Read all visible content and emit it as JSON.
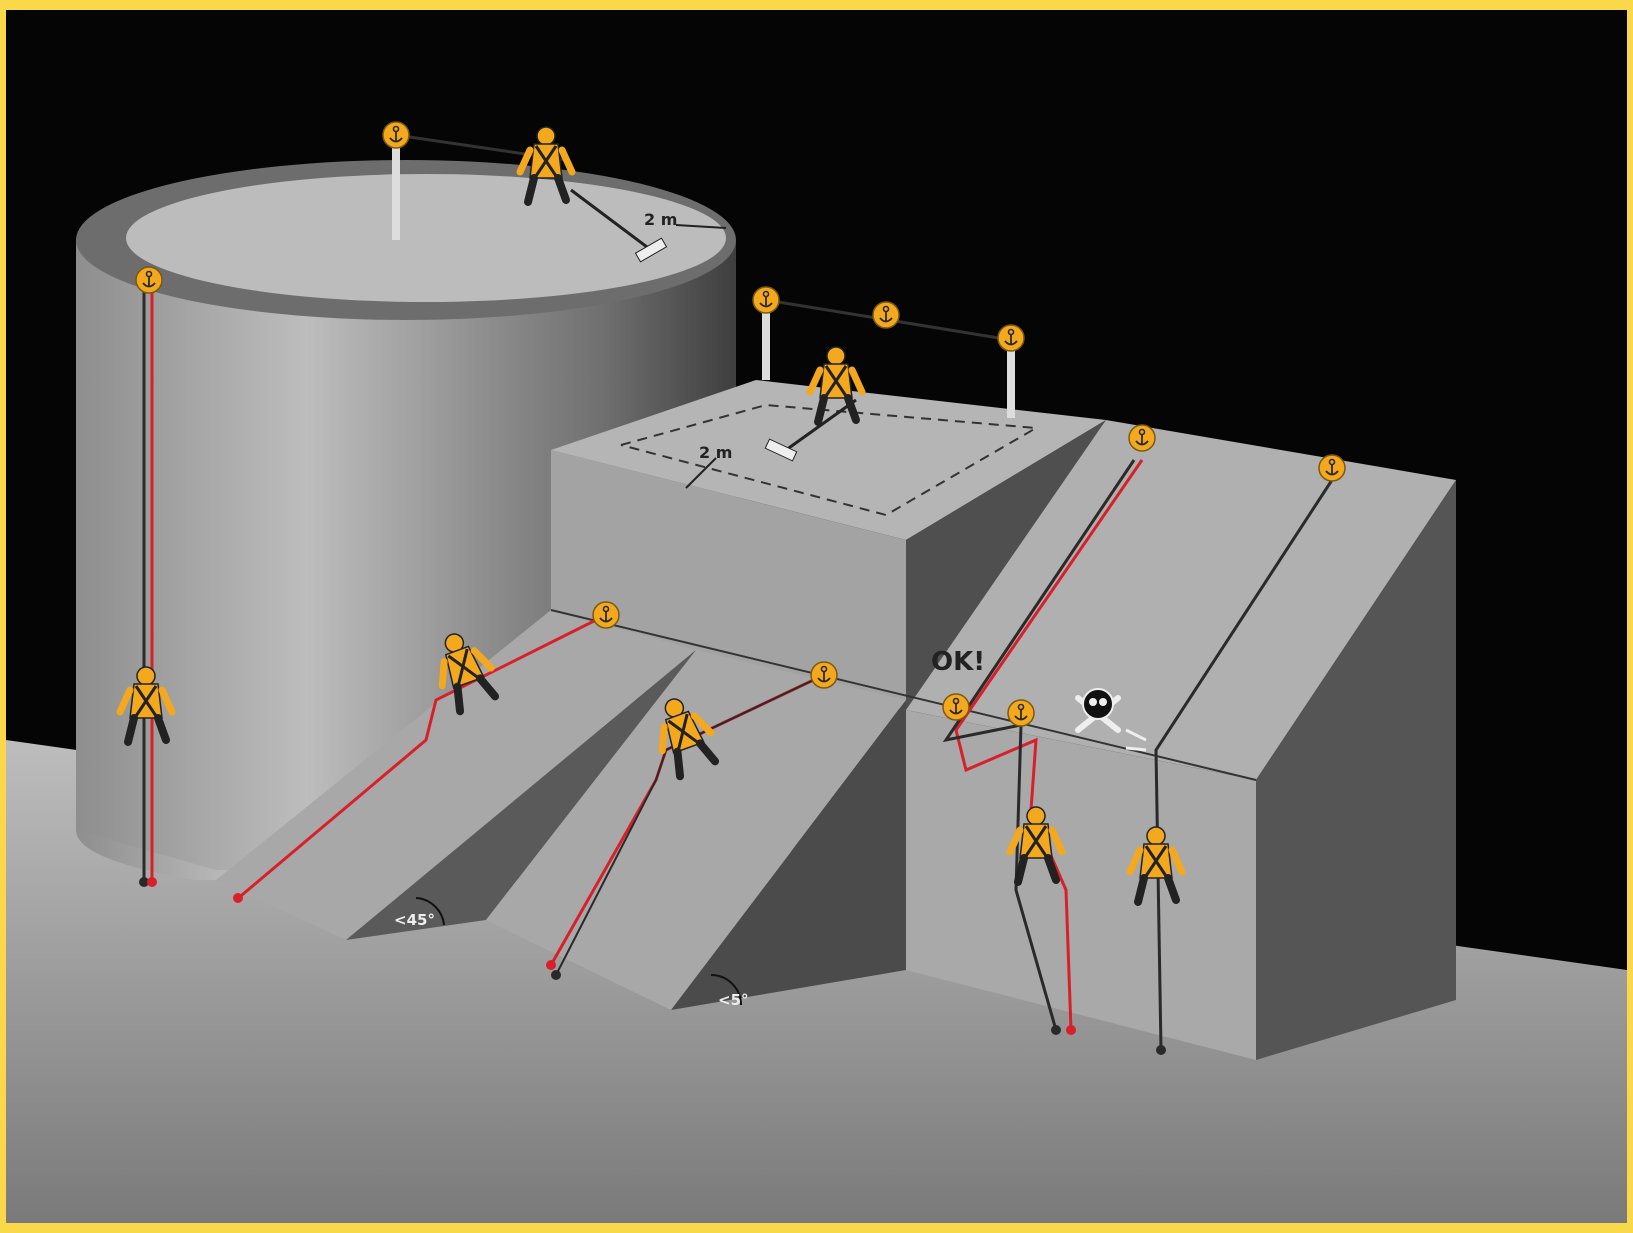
{
  "colors": {
    "frame": "#f9d84a",
    "background": "#050505",
    "anchor": "#f4a81d",
    "suit": "#f4a81d",
    "safety_rope": "#d8202a",
    "work_rope": "#2a2a2a"
  },
  "labels": {
    "edge_distance_tank": "2 m",
    "edge_distance_roof": "2 m",
    "angle_left": "<45°",
    "angle_right": "<5°",
    "ok": "OK!"
  },
  "icons": {
    "anchor": "anchor-icon",
    "danger": "skull-crossbones-icon"
  }
}
